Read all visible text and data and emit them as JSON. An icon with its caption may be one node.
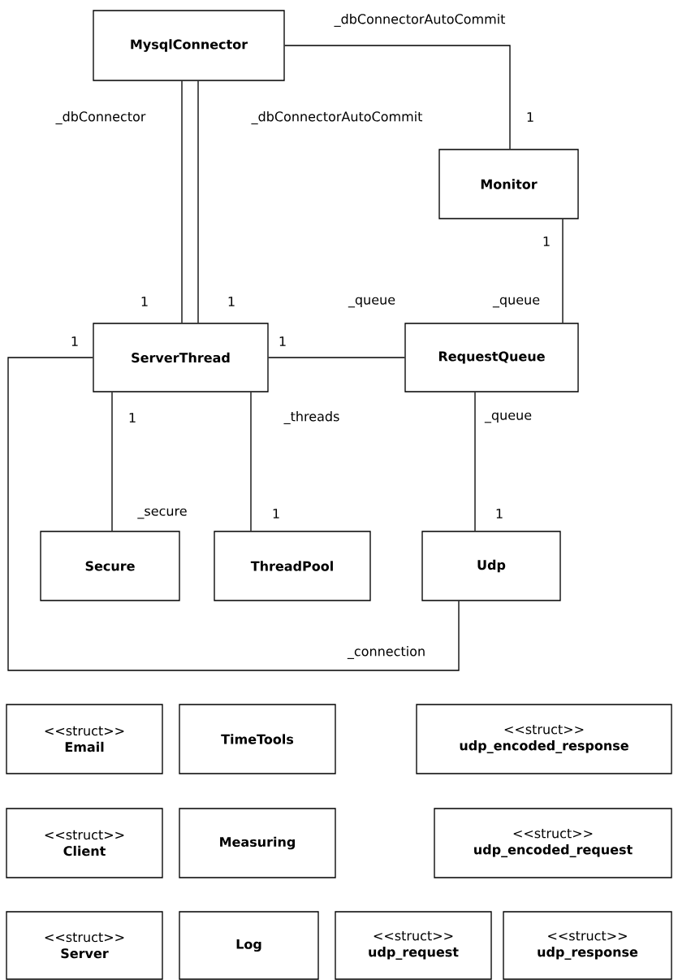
{
  "diagram": {
    "nodes": [
      {
        "text": [
          "MysqlConnector"
        ]
      },
      {
        "text": [
          "Monitor"
        ]
      },
      {
        "text": [
          "ServerThread"
        ]
      },
      {
        "text": [
          "RequestQueue"
        ]
      },
      {
        "text": [
          "Secure"
        ]
      },
      {
        "text": [
          "ThreadPool"
        ]
      },
      {
        "text": [
          "Udp"
        ]
      },
      {
        "text": [
          "<<struct>>",
          "Email"
        ]
      },
      {
        "text": [
          "TimeTools"
        ]
      },
      {
        "text": [
          "<<struct>>",
          "udp_encoded_response"
        ]
      },
      {
        "text": [
          "<<struct>>",
          "Client"
        ]
      },
      {
        "text": [
          "Measuring"
        ]
      },
      {
        "text": [
          "<<struct>>",
          "udp_encoded_request"
        ]
      },
      {
        "text": [
          "<<struct>>",
          "Server"
        ]
      },
      {
        "text": [
          "Log"
        ]
      },
      {
        "text": [
          "<<struct>>",
          "udp_request"
        ]
      },
      {
        "text": [
          "<<struct>>",
          "udp_response"
        ]
      }
    ],
    "edges": [
      {
        "from": 0,
        "to": 2,
        "arrow": "none",
        "label": "_dbConnector"
      },
      {
        "from": 0,
        "to": 2,
        "arrow": "none",
        "label": "_dbConnectorAutoCommit"
      },
      {
        "from": 0,
        "to": 1,
        "arrow": "none",
        "label": "_dbConnectorAutoCommit"
      },
      {
        "from": 1,
        "to": 3,
        "arrow": "none",
        "label": "_queue"
      },
      {
        "from": 2,
        "to": 3,
        "arrow": "none",
        "label": "_queue"
      },
      {
        "from": 2,
        "to": 4,
        "arrow": "none",
        "label": "_secure"
      },
      {
        "from": 2,
        "to": 5,
        "arrow": "none",
        "label": "_threads"
      },
      {
        "from": 3,
        "to": 6,
        "arrow": "none",
        "label": "_queue"
      },
      {
        "from": 6,
        "to": 2,
        "arrow": "none",
        "label": "_connection"
      }
    ],
    "labels": [
      "1",
      "1",
      "1",
      "1",
      "1",
      "1",
      "1",
      "1",
      "1"
    ]
  }
}
